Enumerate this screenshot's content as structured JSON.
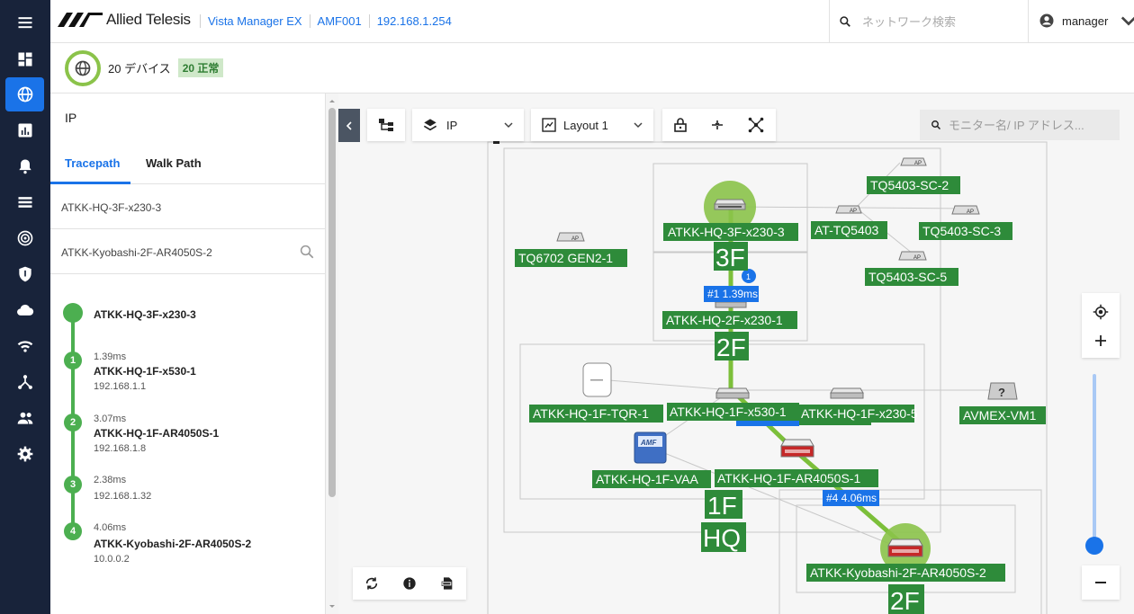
{
  "nav": {
    "items": [
      {
        "icon": "menu-icon"
      },
      {
        "icon": "dashboard-icon"
      },
      {
        "icon": "globe-icon",
        "active": true
      },
      {
        "icon": "chart-icon"
      },
      {
        "icon": "alarm-icon"
      },
      {
        "icon": "list-icon"
      },
      {
        "icon": "radar-icon"
      },
      {
        "icon": "shield-icon"
      },
      {
        "icon": "cloud-icon"
      },
      {
        "icon": "wifi-icon"
      },
      {
        "icon": "network-icon"
      },
      {
        "icon": "users-icon"
      },
      {
        "icon": "settings-icon"
      }
    ]
  },
  "header": {
    "logo_text": "Allied Telesis",
    "breadcrumbs": [
      "Vista Manager EX",
      "AMF001",
      "192.168.1.254"
    ],
    "search_placeholder": "ネットワーク検索",
    "user": "manager"
  },
  "summary": {
    "devices": "20 デバイス",
    "status_badge": "20 正常"
  },
  "panel": {
    "title": "IP",
    "tabs": [
      "Tracepath",
      "Walk Path"
    ],
    "source": "ATKK-HQ-3F-x230-3",
    "destination": "ATKK-Kyobashi-2F-AR4050S-2",
    "hops": [
      {
        "num": "",
        "ms": "",
        "name": "ATKK-HQ-3F-x230-3",
        "ip": ""
      },
      {
        "num": "1",
        "ms": "1.39ms",
        "name": "ATKK-HQ-1F-x530-1",
        "ip": "192.168.1.1"
      },
      {
        "num": "2",
        "ms": "3.07ms",
        "name": "ATKK-HQ-1F-AR4050S-1",
        "ip": "192.168.1.8"
      },
      {
        "num": "3",
        "ms": "2.38ms",
        "name": "",
        "ip": "192.168.1.32"
      },
      {
        "num": "4",
        "ms": "4.06ms",
        "name": "ATKK-Kyobashi-2F-AR4050S-2",
        "ip": "10.0.0.2"
      }
    ]
  },
  "map": {
    "toolbar": {
      "layer_select": "IP",
      "layout_select": "Layout 1"
    },
    "search_placeholder": "モニター名/ IP アドレス...",
    "nodes": {
      "hq3f": "ATKK-HQ-3F-x230-3",
      "tq5403": "AT-TQ5403",
      "sc2": "TQ5403-SC-2",
      "sc3": "TQ5403-SC-3",
      "sc5": "TQ5403-SC-5",
      "tq6702": "TQ6702 GEN2-1",
      "hq2f": "ATKK-HQ-2F-x230-1",
      "tqr": "ATKK-HQ-1F-TQR-1",
      "x530": "ATKK-HQ-1F-x530-1",
      "x2305": "ATKK-HQ-1F-x230-5",
      "vm": "AVMEX-VM1",
      "vaa": "ATKK-HQ-1F-VAA",
      "ar4050": "ATKK-HQ-1F-AR4050S-1",
      "kyobashi": "ATKK-Kyobashi-2F-AR4050S-2"
    },
    "floor_labels": {
      "f3": "3F",
      "f2": "2F",
      "f1": "1F",
      "hq": "HQ",
      "k2f": "2F"
    },
    "hop_tags": {
      "hop1": "#1 1.39ms",
      "hop4": "#4 4.06ms",
      "badge": "1"
    },
    "ap_tag": "AP",
    "amf_tag": "AMF",
    "unknown_tag": "?",
    "colors": {
      "accent": "#1a73e8",
      "path": "#7cbf3a",
      "label_bg": "#2e8b3a",
      "halo": "#8bc34a"
    }
  }
}
